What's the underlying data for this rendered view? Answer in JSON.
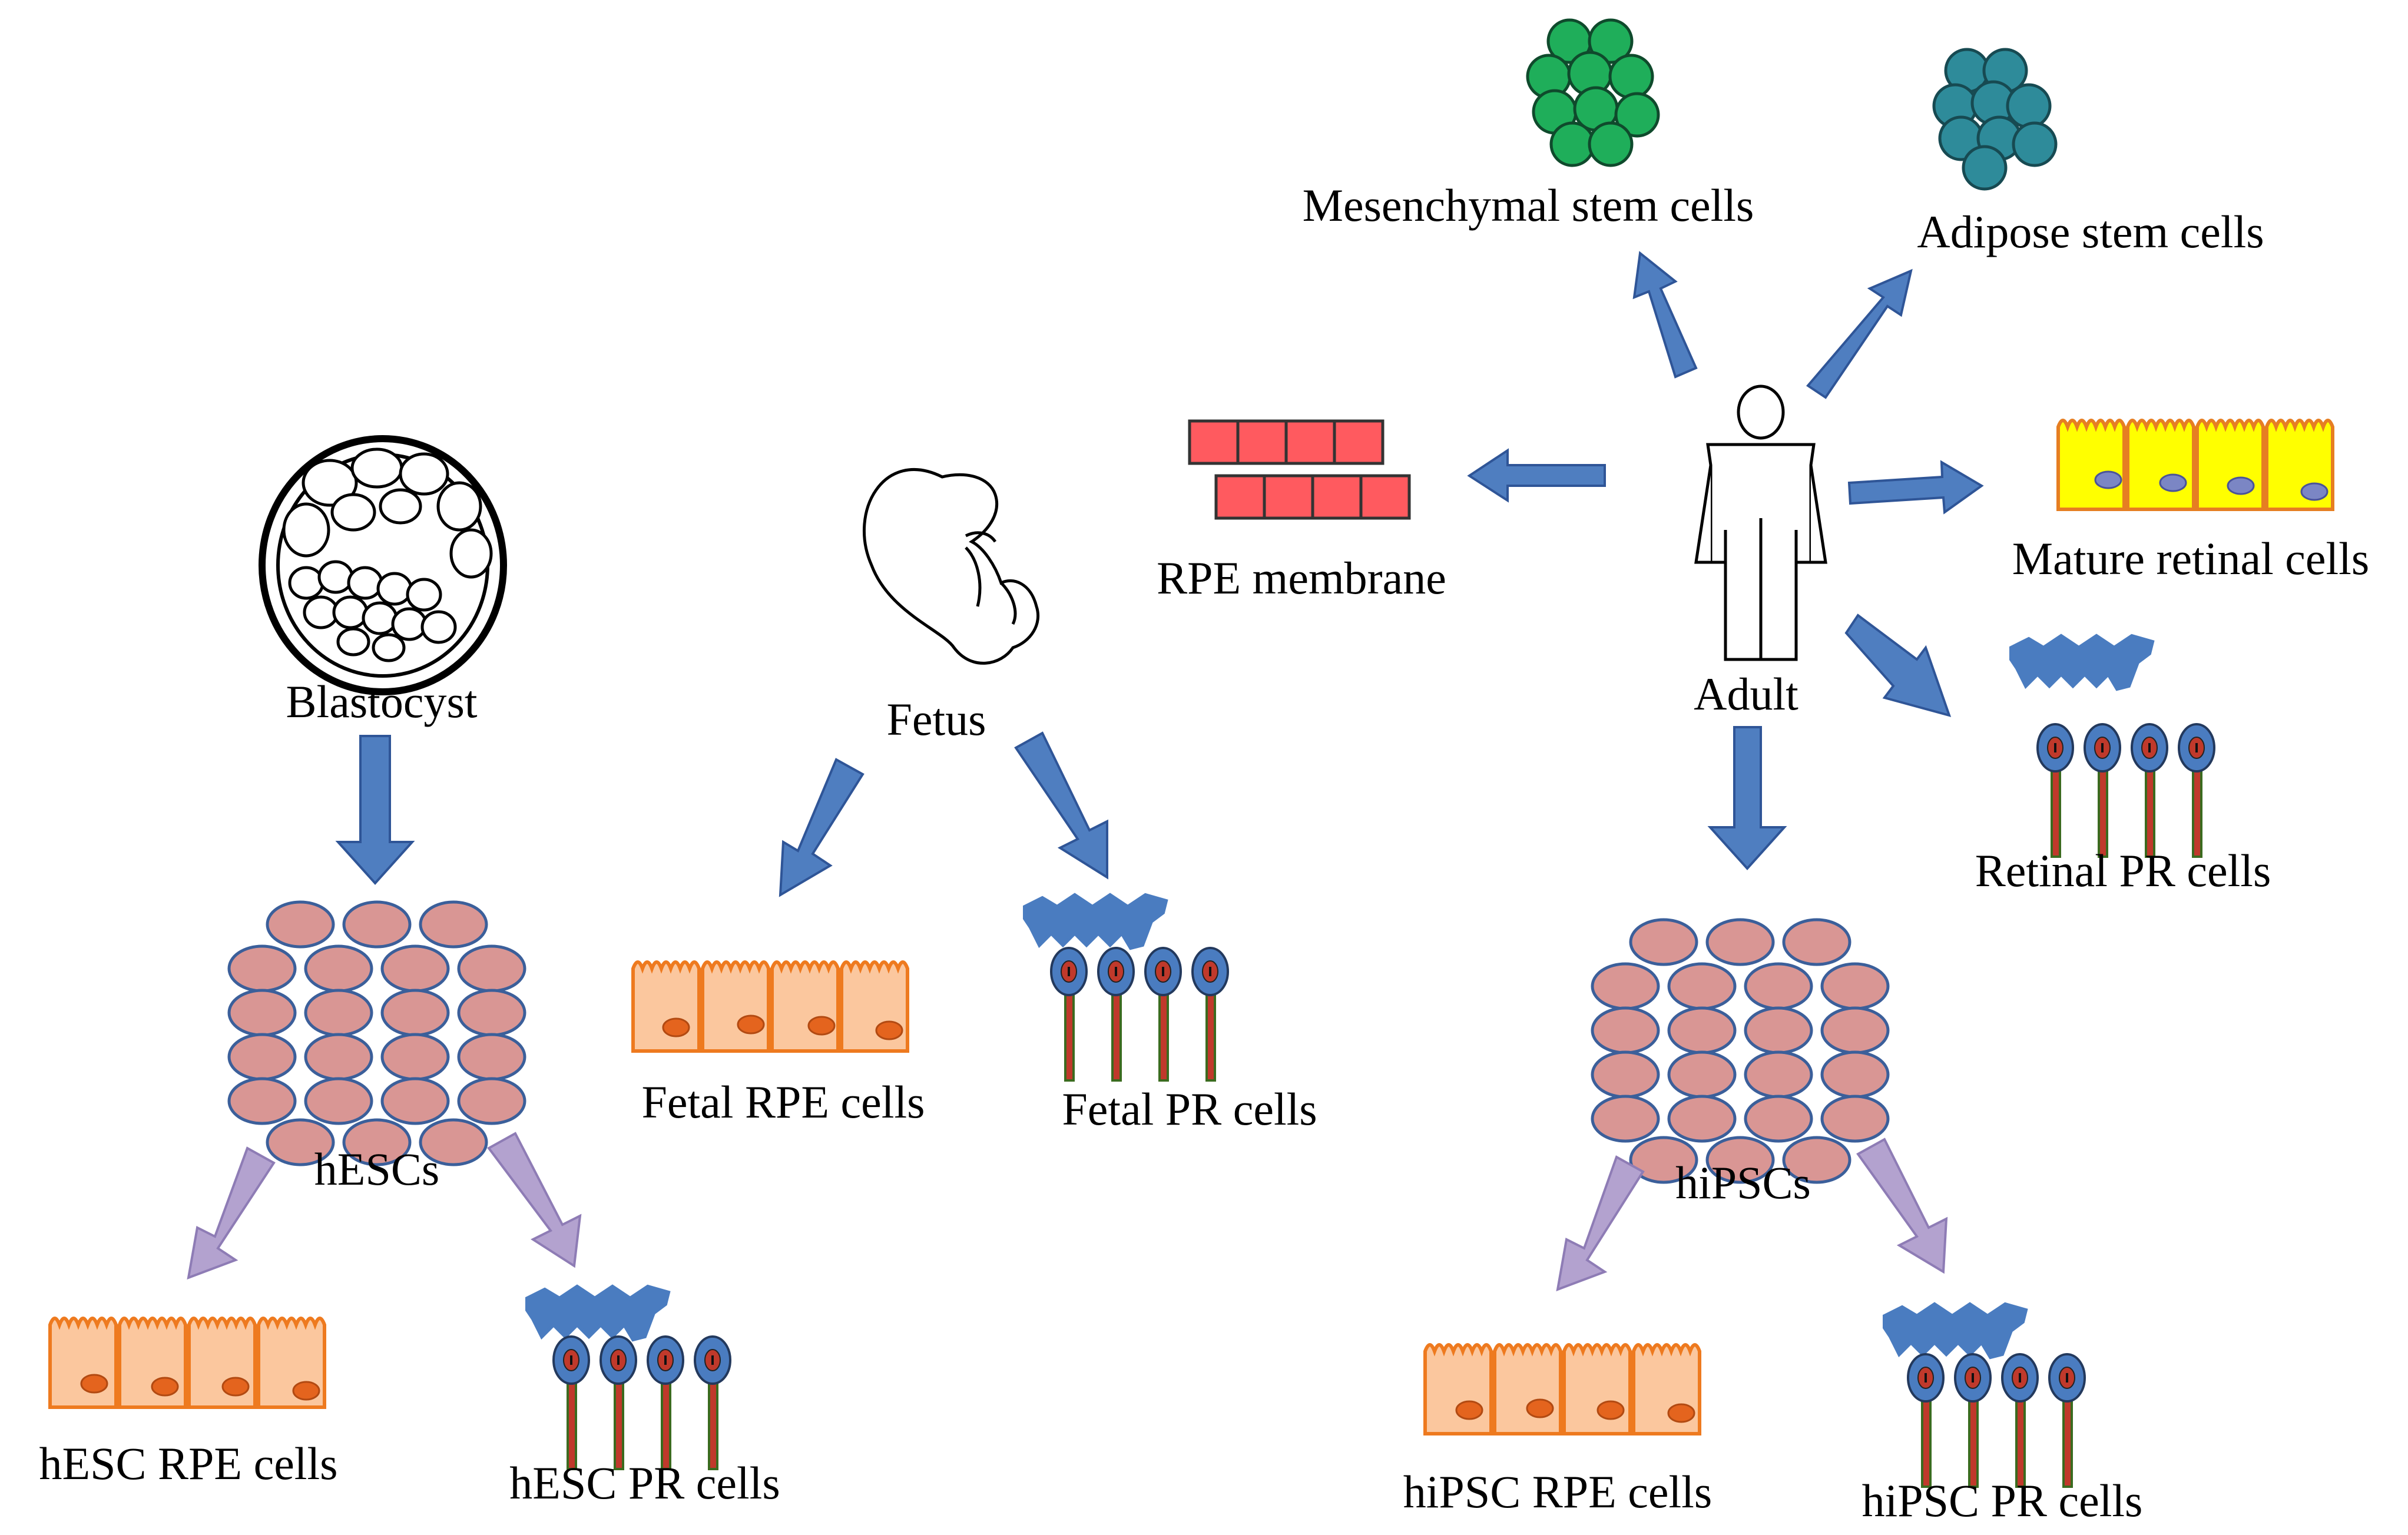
{
  "labels": {
    "blastocyst": "Blastocyst",
    "hescs": "hESCs",
    "hesc_rpe": "hESC RPE cells",
    "hesc_pr": "hESC PR cells",
    "fetus": "Fetus",
    "fetal_rpe": "Fetal RPE cells",
    "fetal_pr": "Fetal PR cells",
    "rpe_membrane": "RPE membrane",
    "adult": "Adult",
    "mesenchymal": "Mesenchymal  stem cells",
    "adipose": "Adipose stem cells",
    "mature_retinal": "Mature retinal cells",
    "retinal_pr": "Retinal PR cells",
    "hipscs": "hiPSCs",
    "hipsc_rpe": "hiPSC RPE cells",
    "hipsc_pr": "hiPSC PR cells"
  },
  "colors": {
    "arrow_blue": "#4f7ec0",
    "arrow_lavender": "#b3a2cf",
    "stem_cell_fill": "#d99694",
    "stem_cell_stroke": "#3b5f9a",
    "rpe_fill": "#fbc79e",
    "rpe_stroke": "#ee7a1f",
    "rpe_nucleus": "#e4641e",
    "pr_blue": "#4a7cc0",
    "pr_nucleus": "#c0392b",
    "pr_axon": "#8b4513",
    "mature_fill": "#ffff00",
    "mature_stroke": "#e67e22",
    "mature_nucleus": "#7b86c4",
    "membrane_fill": "#ff5a5f",
    "membrane_stroke": "#333333",
    "mesenchymal_fill": "#1fae5a",
    "adipose_fill": "#2e8b9a"
  }
}
